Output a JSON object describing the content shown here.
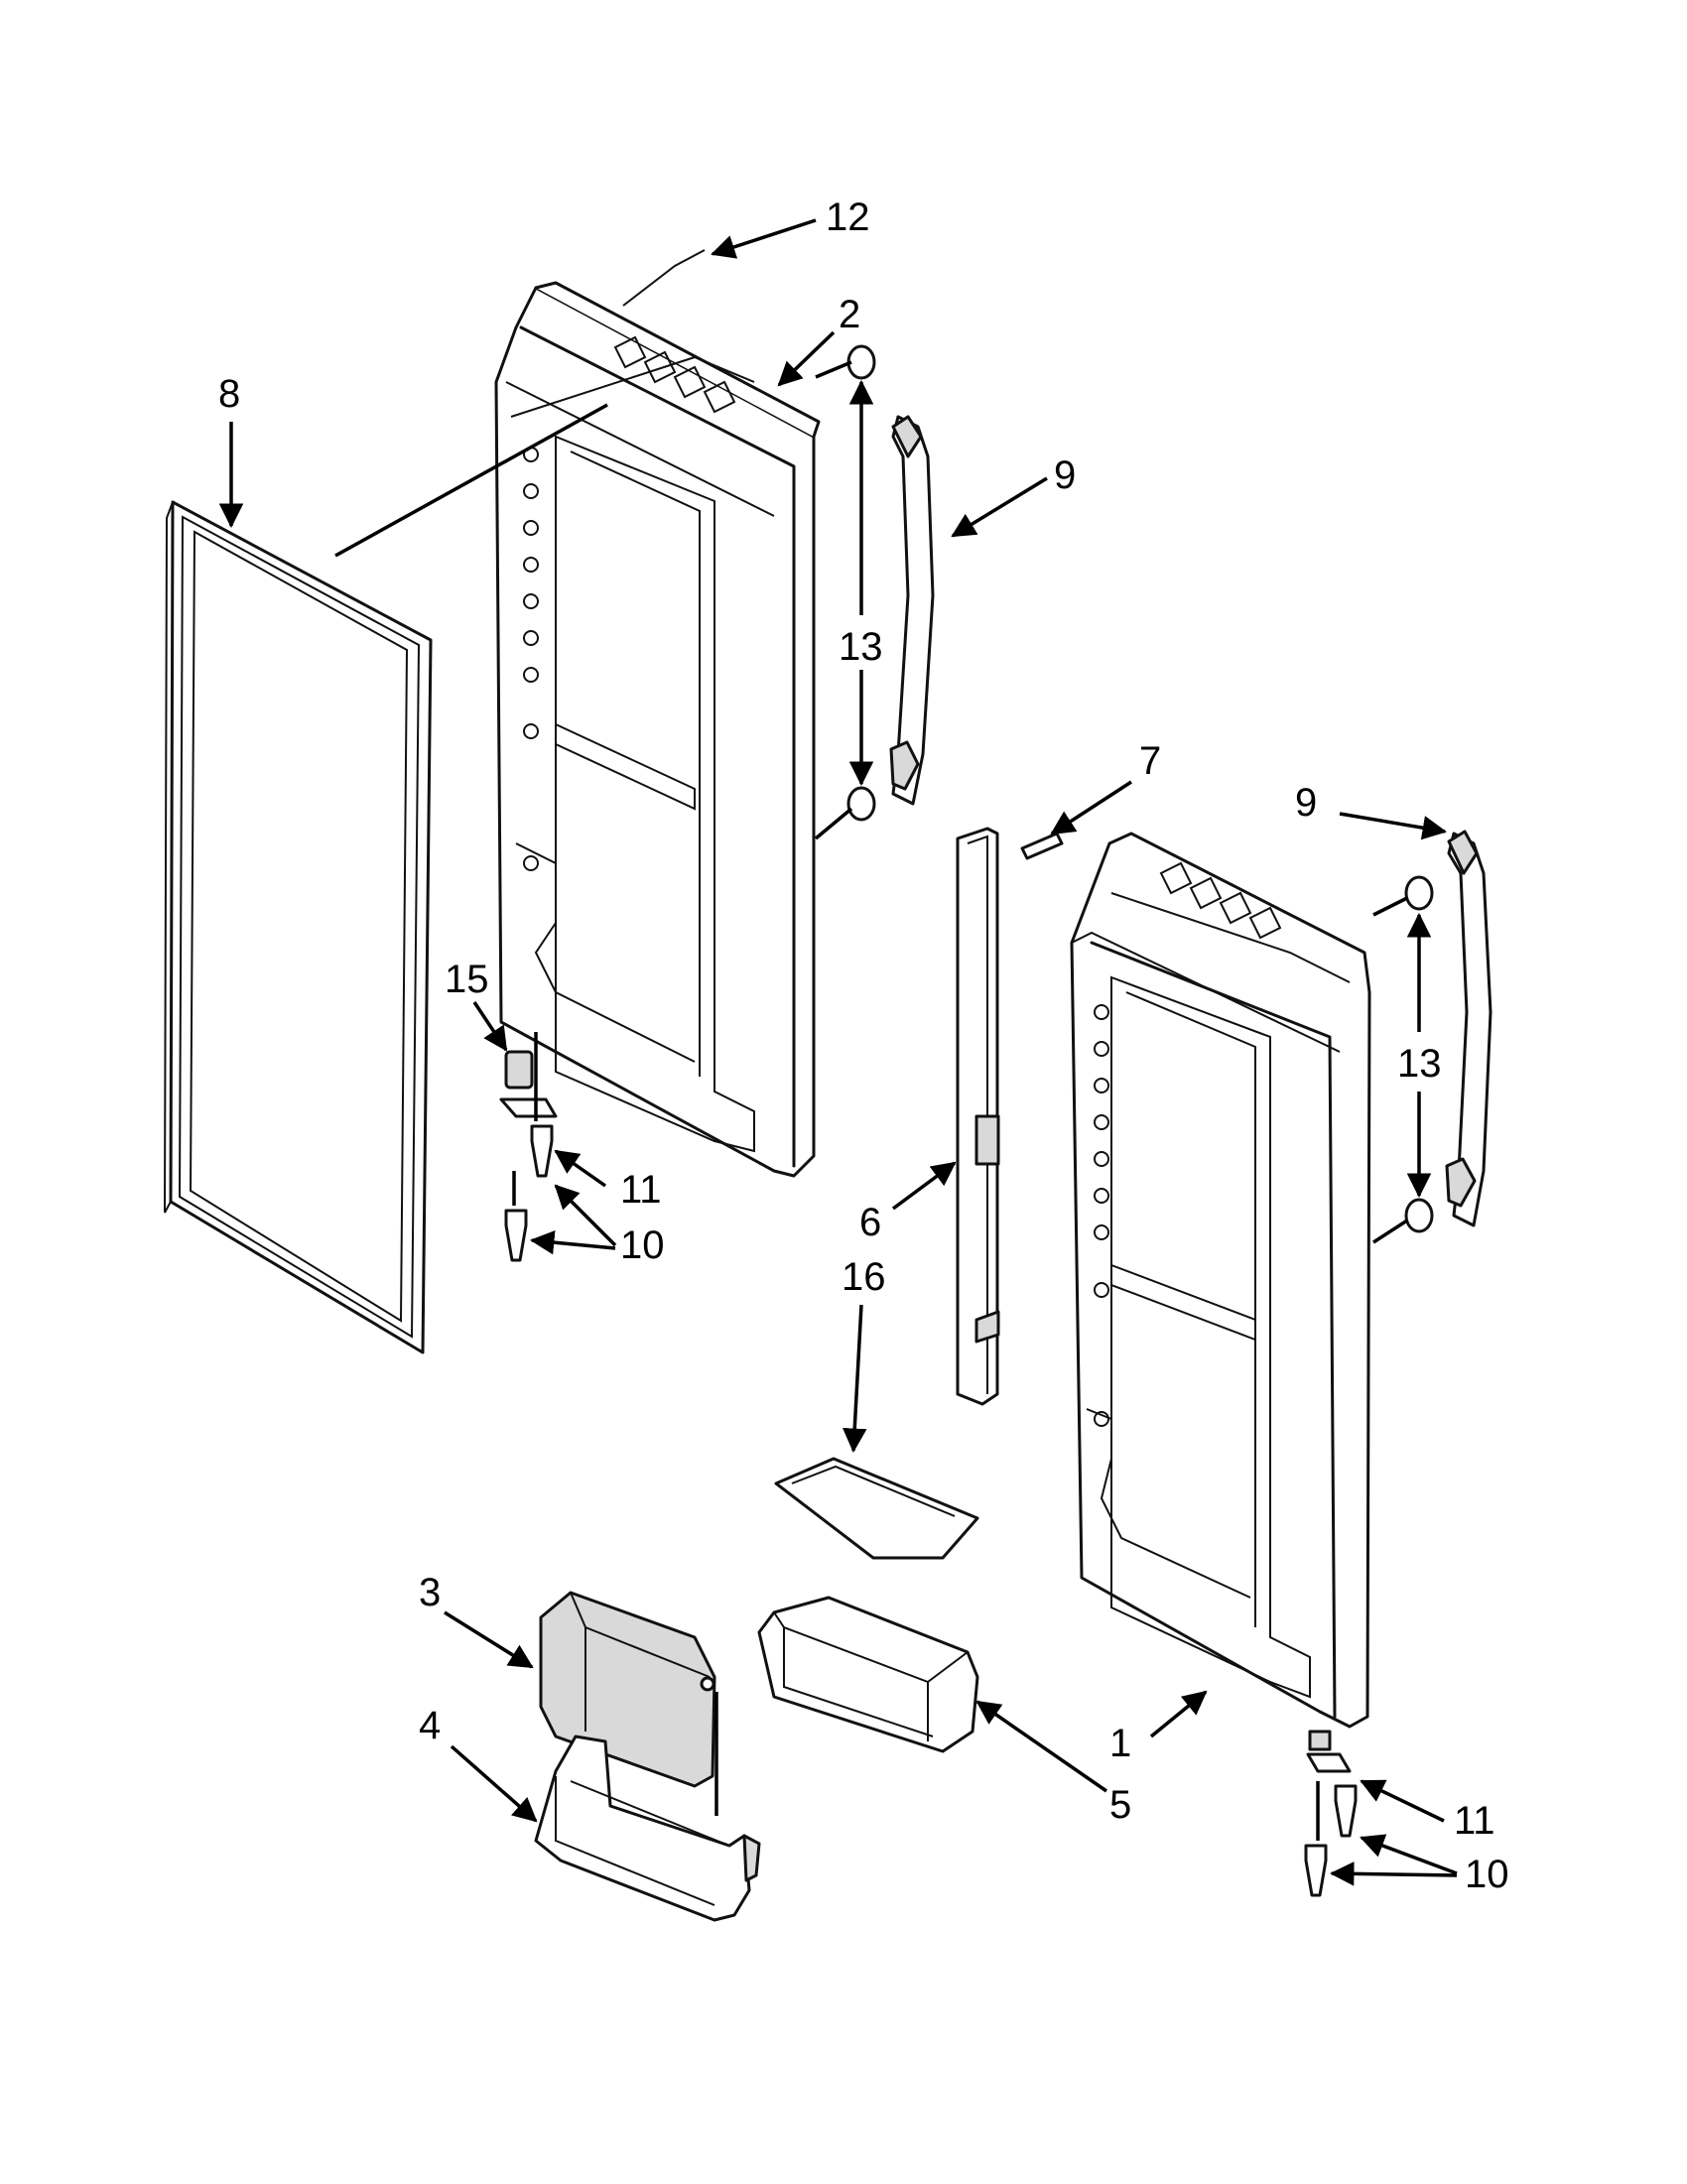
{
  "diagram": {
    "colors": {
      "line": "#000000",
      "background": "#ffffff",
      "shade": "#d9d9d9"
    },
    "callouts": [
      {
        "id": "c12",
        "label": "12"
      },
      {
        "id": "c2",
        "label": "2"
      },
      {
        "id": "c8",
        "label": "8"
      },
      {
        "id": "c9a",
        "label": "9"
      },
      {
        "id": "c13a",
        "label": "13"
      },
      {
        "id": "c7",
        "label": "7"
      },
      {
        "id": "c9b",
        "label": "9"
      },
      {
        "id": "c15",
        "label": "15"
      },
      {
        "id": "c13b",
        "label": "13"
      },
      {
        "id": "c11a",
        "label": "11"
      },
      {
        "id": "c10a",
        "label": "10"
      },
      {
        "id": "c6",
        "label": "6"
      },
      {
        "id": "c16",
        "label": "16"
      },
      {
        "id": "c3",
        "label": "3"
      },
      {
        "id": "c4",
        "label": "4"
      },
      {
        "id": "c1",
        "label": "1"
      },
      {
        "id": "c5",
        "label": "5"
      },
      {
        "id": "c11b",
        "label": "11"
      },
      {
        "id": "c10b",
        "label": "10"
      }
    ]
  }
}
